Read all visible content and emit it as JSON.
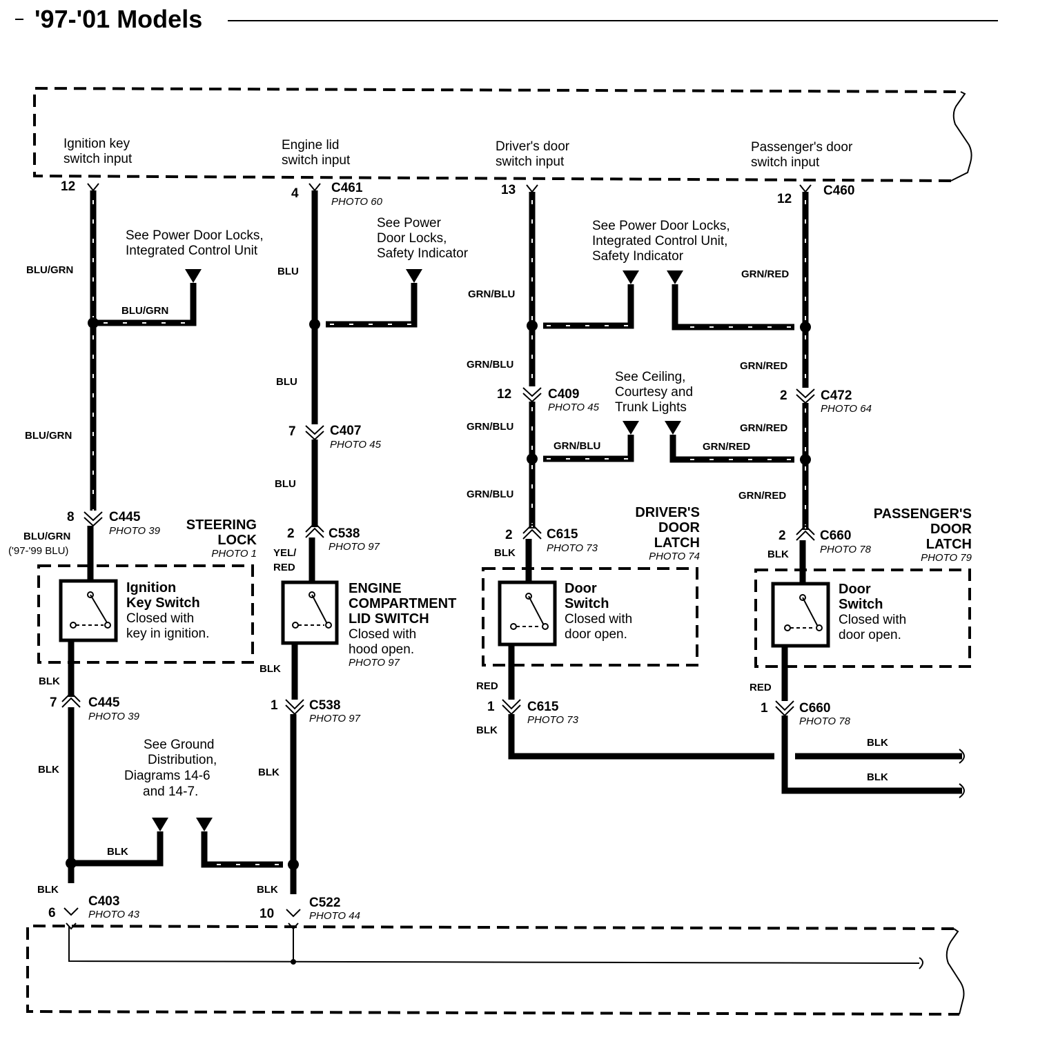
{
  "title": "'97-'01 Models",
  "inputs": {
    "ignition": [
      "Ignition key",
      "switch input"
    ],
    "engine_lid": [
      "Engine lid",
      "switch input"
    ],
    "drivers_door": [
      "Driver's door",
      "switch input"
    ],
    "passengers_door": [
      "Passenger's door",
      "switch input"
    ]
  },
  "notes": {
    "pdl_icu": [
      "See Power Door Locks,",
      "Integrated Control Unit"
    ],
    "pdl_safety": [
      "See Power",
      "Door Locks,",
      "Safety Indicator"
    ],
    "pdl_icu_safety": [
      "See Power Door Locks,",
      "Integrated Control Unit,",
      "Safety Indicator"
    ],
    "ceiling": [
      "See Ceiling,",
      "Courtesy and",
      "Trunk Lights"
    ],
    "ground": [
      "See Ground",
      "Distribution,",
      "Diagrams 14-6",
      "and 14-7."
    ]
  },
  "wires": {
    "blu_grn": "BLU/GRN",
    "blu": "BLU",
    "grn_blu": "GRN/BLU",
    "grn_red": "GRN/RED",
    "blk": "BLK",
    "red": "RED",
    "yel_red": [
      "YEL/",
      "RED"
    ],
    "blu_note": "('97-'99 BLU)"
  },
  "connectors": {
    "c461": "C461",
    "c460": "C460",
    "c445": "C445",
    "c407": "C407",
    "c538": "C538",
    "c409": "C409",
    "c472": "C472",
    "c615": "C615",
    "c660": "C660",
    "c403": "C403",
    "c522": "C522"
  },
  "photos": {
    "p60": "PHOTO 60",
    "p45": "PHOTO 45",
    "p64": "PHOTO 64",
    "p39": "PHOTO 39",
    "p1": "PHOTO 1",
    "p97": "PHOTO 97",
    "p73": "PHOTO 73",
    "p74": "PHOTO 74",
    "p78": "PHOTO 78",
    "p79": "PHOTO 79",
    "p43": "PHOTO 43",
    "p44": "PHOTO 44"
  },
  "pins": {
    "p12": "12",
    "p4": "4",
    "p13": "13",
    "p7": "7",
    "p2": "2",
    "p8": "8",
    "p1": "1",
    "p6": "6",
    "p10": "10"
  },
  "components": {
    "steering_lock": [
      "STEERING",
      "LOCK"
    ],
    "ignition_switch": [
      "Ignition",
      "Key Switch"
    ],
    "ignition_desc": [
      "Closed with",
      "key in ignition."
    ],
    "engine_switch": [
      "ENGINE",
      "COMPARTMENT",
      "LID SWITCH"
    ],
    "engine_desc": [
      "Closed with",
      "hood open."
    ],
    "drivers_latch": [
      "DRIVER'S",
      "DOOR",
      "LATCH"
    ],
    "passengers_latch": [
      "PASSENGER'S",
      "DOOR",
      "LATCH"
    ],
    "door_switch": [
      "Door",
      "Switch"
    ],
    "door_desc": [
      "Closed with",
      "door open."
    ]
  }
}
